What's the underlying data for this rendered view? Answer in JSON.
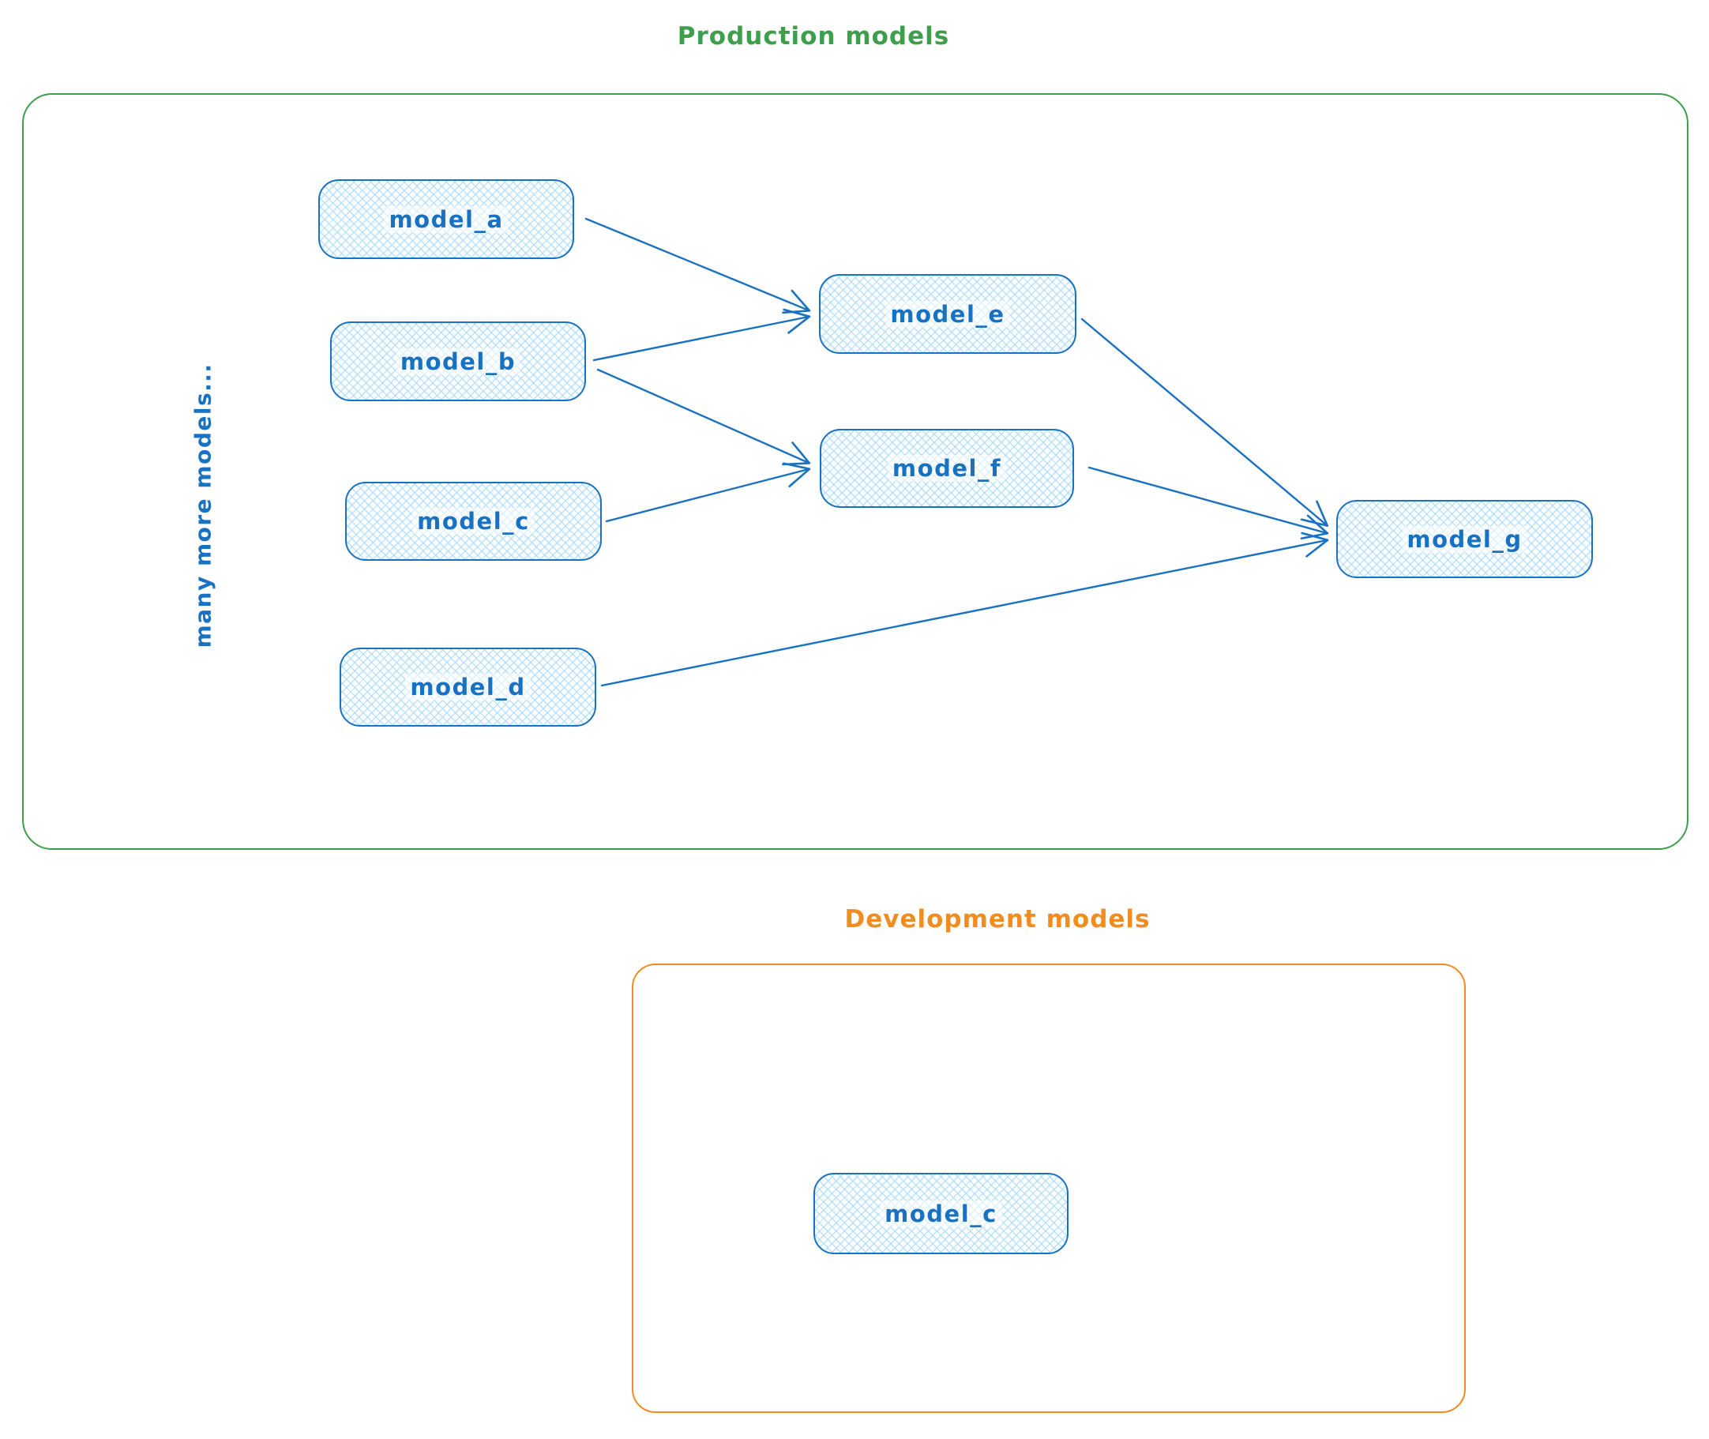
{
  "colors": {
    "production_border": "#3f9e4b",
    "development_border": "#ef8d22",
    "node_border": "#1971c2",
    "node_fill_hatch": "#a5d8ff",
    "node_text": "#1971c2"
  },
  "production": {
    "title": "Production models",
    "side_note": "many more models...",
    "nodes": [
      {
        "id": "model_a",
        "label": "model_a"
      },
      {
        "id": "model_b",
        "label": "model_b"
      },
      {
        "id": "model_c",
        "label": "model_c"
      },
      {
        "id": "model_d",
        "label": "model_d"
      },
      {
        "id": "model_e",
        "label": "model_e"
      },
      {
        "id": "model_f",
        "label": "model_f"
      },
      {
        "id": "model_g",
        "label": "model_g"
      }
    ],
    "edges": [
      {
        "from": "model_a",
        "to": "model_e"
      },
      {
        "from": "model_b",
        "to": "model_e"
      },
      {
        "from": "model_b",
        "to": "model_f"
      },
      {
        "from": "model_c",
        "to": "model_f"
      },
      {
        "from": "model_d",
        "to": "model_g"
      },
      {
        "from": "model_e",
        "to": "model_g"
      },
      {
        "from": "model_f",
        "to": "model_g"
      }
    ]
  },
  "development": {
    "title": "Development models",
    "nodes": [
      {
        "id": "model_c_dev",
        "label": "model_c"
      }
    ]
  }
}
